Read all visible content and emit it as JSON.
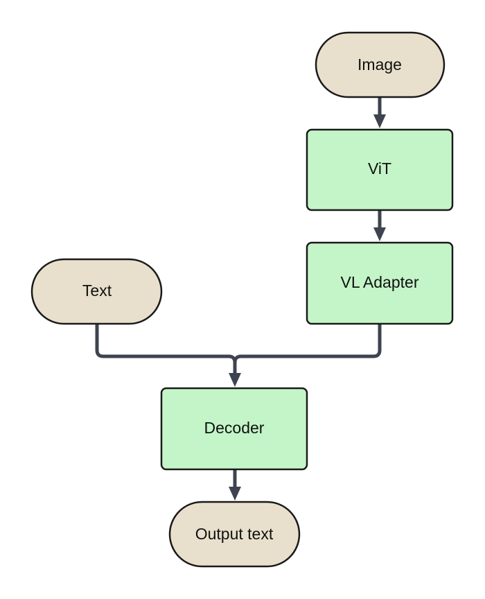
{
  "nodes": {
    "image": {
      "label": "Image",
      "shape": "terminal"
    },
    "vit": {
      "label": "ViT",
      "shape": "process"
    },
    "vl_adapter": {
      "label": "VL Adapter",
      "shape": "process"
    },
    "text": {
      "label": "Text",
      "shape": "terminal"
    },
    "decoder": {
      "label": "Decoder",
      "shape": "process"
    },
    "output_text": {
      "label": "Output text",
      "shape": "terminal"
    }
  },
  "edges": [
    {
      "from": "image",
      "to": "vit"
    },
    {
      "from": "vit",
      "to": "vl_adapter"
    },
    {
      "from": "text",
      "to": "decoder"
    },
    {
      "from": "vl_adapter",
      "to": "decoder"
    },
    {
      "from": "decoder",
      "to": "output_text"
    }
  ],
  "colors": {
    "terminal_fill": "#e8e0cc",
    "process_fill": "#c4f5c8",
    "stroke": "#1a1a1a",
    "connector": "#3d4450"
  }
}
